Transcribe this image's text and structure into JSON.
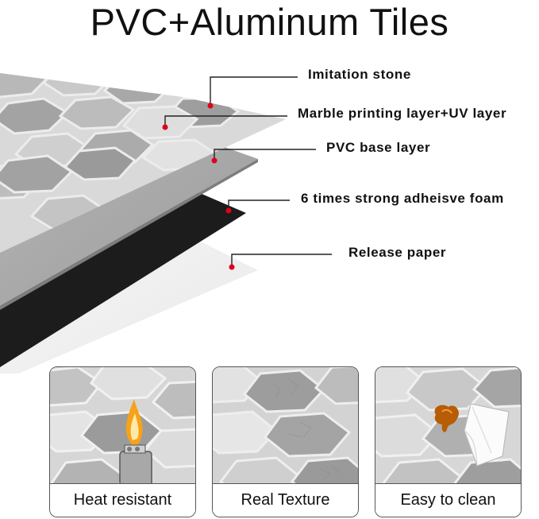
{
  "title": "PVC+Aluminum Tiles",
  "layers": [
    {
      "label": "Imitation stone"
    },
    {
      "label": "Marble printing layer+UV layer"
    },
    {
      "label": "PVC base layer"
    },
    {
      "label": "6 times strong adheisve foam"
    },
    {
      "label": "Release paper"
    }
  ],
  "features": [
    {
      "label": "Heat resistant",
      "icon": "lighter-flame-icon"
    },
    {
      "label": "Real Texture",
      "icon": "textured-hexagon-icon"
    },
    {
      "label": "Easy to clean",
      "icon": "tissue-stain-icon"
    }
  ],
  "colors": {
    "marker": "#e0001b",
    "foam": "#1c1c1c",
    "pvc": "#a9a9a9"
  }
}
